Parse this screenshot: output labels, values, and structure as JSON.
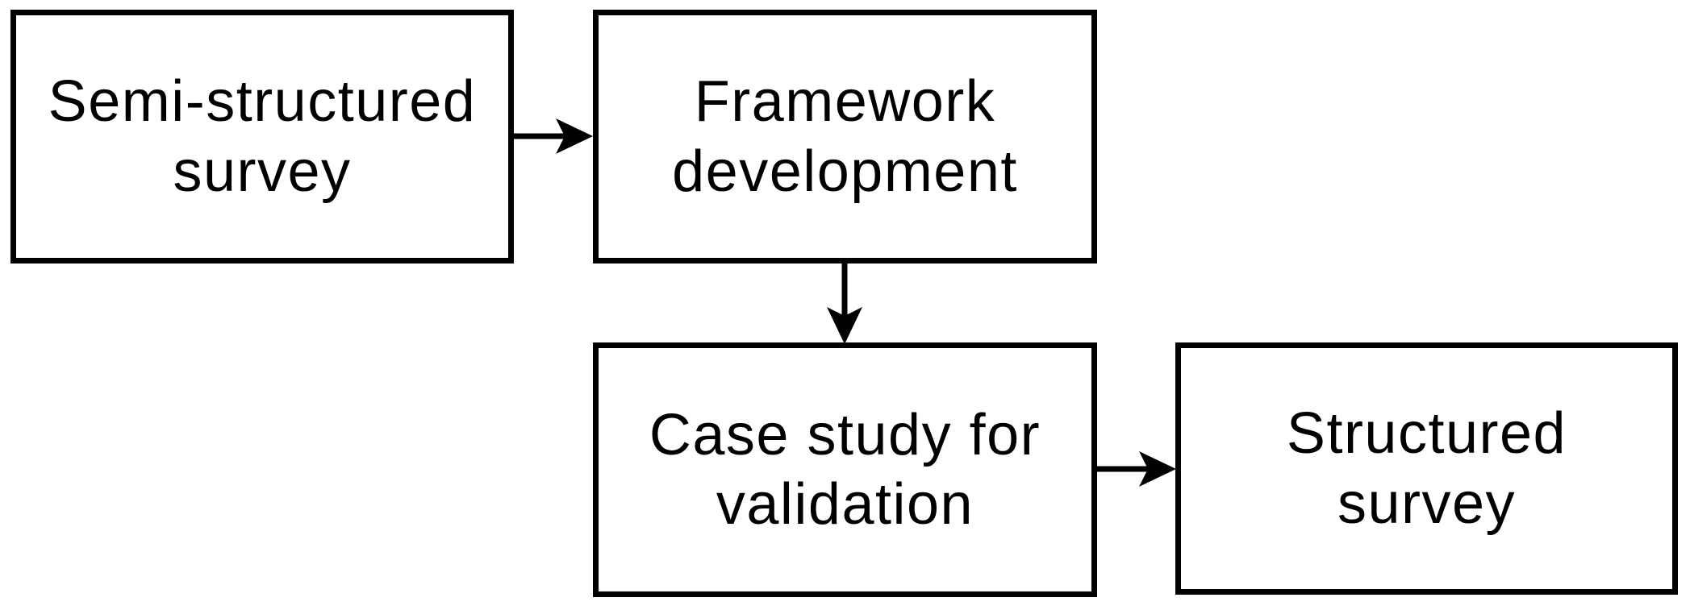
{
  "diagram": {
    "type": "flowchart",
    "background_color": "#ffffff",
    "stroke_color": "#000000",
    "text_color": "#000000",
    "nodes": [
      {
        "id": "semi-structured-survey",
        "label": "Semi-structured\nsurvey"
      },
      {
        "id": "framework-development",
        "label": "Framework\ndevelopment"
      },
      {
        "id": "case-study-validation",
        "label": "Case study for\nvalidation"
      },
      {
        "id": "structured-survey",
        "label": "Structured\nsurvey"
      }
    ],
    "edges": [
      {
        "from": "semi-structured-survey",
        "to": "framework-development",
        "direction": "right"
      },
      {
        "from": "framework-development",
        "to": "case-study-validation",
        "direction": "down"
      },
      {
        "from": "case-study-validation",
        "to": "structured-survey",
        "direction": "right"
      }
    ]
  }
}
